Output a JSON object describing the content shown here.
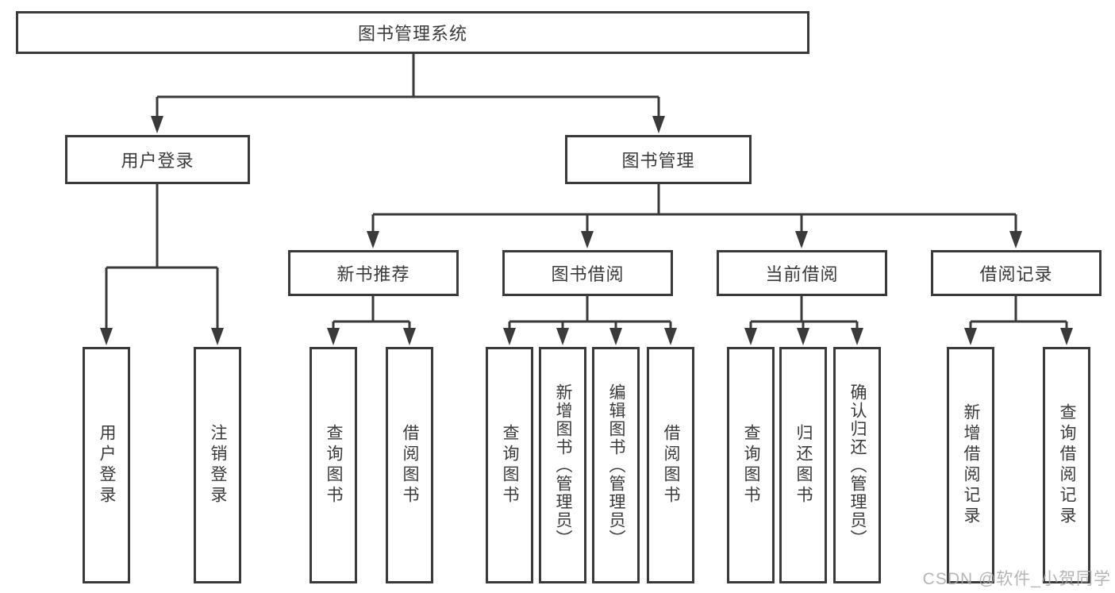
{
  "tree": {
    "root": "图书管理系统",
    "user_login": {
      "label": "用户登录",
      "leaves": [
        "用户登录",
        "注销登录"
      ]
    },
    "book_mgmt": {
      "label": "图书管理",
      "sections": [
        {
          "label": "新书推荐",
          "leaves": [
            "查询图书",
            "借阅图书"
          ]
        },
        {
          "label": "图书借阅",
          "leaves": [
            "查询图书",
            "新增图书（管理员）",
            "编辑图书（管理员）",
            "借阅图书"
          ]
        },
        {
          "label": "当前借阅",
          "leaves": [
            "查询图书",
            "归还图书",
            "确认归还（管理员）"
          ]
        },
        {
          "label": "借阅记录",
          "leaves": [
            "新增借阅记录",
            "查询借阅记录"
          ]
        }
      ]
    }
  },
  "watermark": "CSDN @软件_小贺同学",
  "colors": {
    "line": "#3a3a3a",
    "box_background": "#ffffff",
    "text": "#3a3a3a",
    "watermark": "#a8a8a8"
  }
}
